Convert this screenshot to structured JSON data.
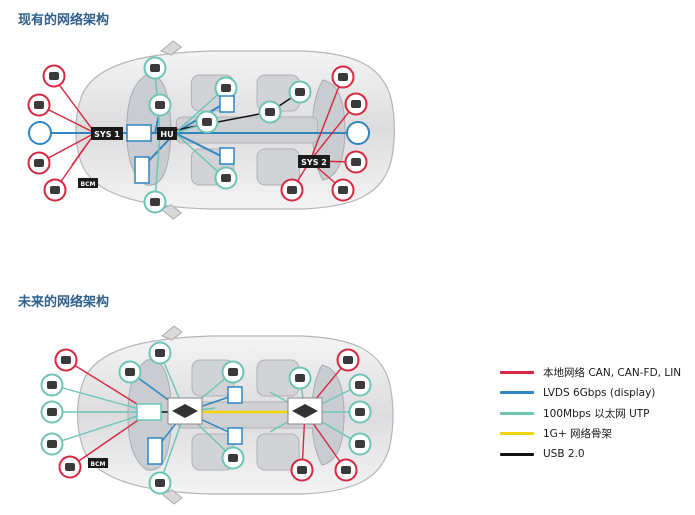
{
  "sections": {
    "current_title": "现有的网络架构",
    "future_title": "未来的网络架构"
  },
  "units": {
    "sys1": "SYS 1",
    "hu": "HU",
    "sys2": "SYS 2",
    "bcm": "BCM"
  },
  "legend": [
    {
      "label": "本地网络 CAN, CAN-FD, LIN",
      "color": "#d7263d"
    },
    {
      "label": "LVDS 6Gbps (display)",
      "color": "#2e86c1"
    },
    {
      "label": "100Mbps 以太网 UTP",
      "color": "#6cc4b5"
    },
    {
      "label": "1G+ 网络骨架",
      "color": "#f2d40a"
    },
    {
      "label": "USB 2.0",
      "color": "#111111"
    }
  ],
  "colors": {
    "title": "#2d5f8a",
    "red_node": "#d7263d",
    "teal_node": "#6cc4b5",
    "car_body": "#e9e9ea"
  }
}
